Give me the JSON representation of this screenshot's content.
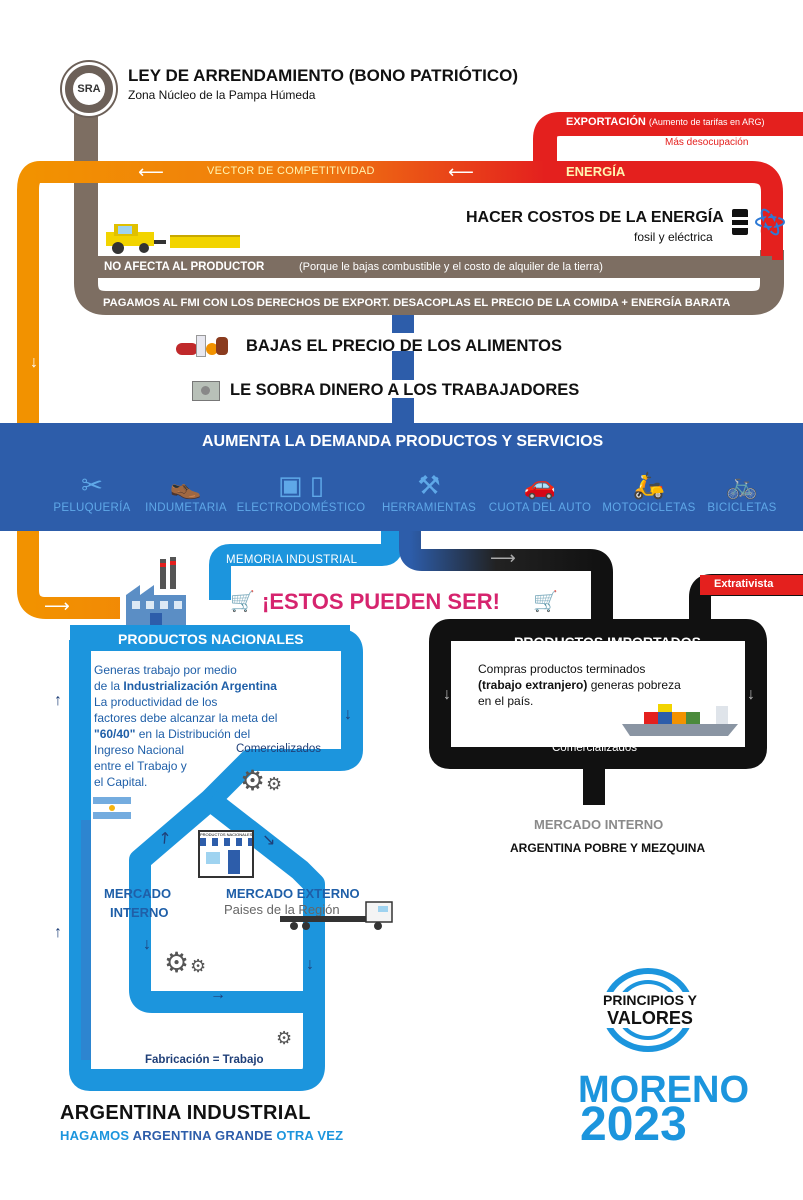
{
  "header": {
    "logo_text": "SRA",
    "title": "LEY DE ARRENDAMIENTO (BONO PATRIÓTICO)",
    "subtitle": "Zona Núcleo de la Pampa Húmeda"
  },
  "export_line": {
    "label": "EXPORTACIÓN",
    "note": "(Aumento de tarifas en ARG)",
    "sub": "Más desocupación"
  },
  "vector": {
    "label": "VECTOR  DE  COMPETITIVIDAD",
    "energy": "ENERGÍA"
  },
  "energy_costs": {
    "title": "HACER COSTOS DE LA ENERGÍA",
    "sub": "fosil y eléctrica"
  },
  "producer": {
    "label": "NO AFECTA AL PRODUCTOR",
    "note": "(Porque le bajas combustible y el costo de alquiler de la tierra)"
  },
  "fmi_line": "PAGAMOS AL FMI CON LOS DERECHOS DE EXPORT. DESACOPLAS EL PRECIO DE LA COMIDA + ENERGÍA BARATA",
  "food_price": "BAJAS EL PRECIO DE LOS ALIMENTOS",
  "money": "LE SOBRA DINERO A LOS TRABAJADORES",
  "demand": {
    "title": "AUMENTA LA DEMANDA PRODUCTOS Y SERVICIOS",
    "categories": [
      {
        "label": "PELUQUERÍA",
        "icon": "scissors-icon"
      },
      {
        "label": "INDUMETARIA",
        "icon": "clothing-icon"
      },
      {
        "label": "ELECTRODOMÉSTICO",
        "icon": "appliance-icon"
      },
      {
        "label": "HERRAMIENTAS",
        "icon": "tools-icon"
      },
      {
        "label": "CUOTA DEL AUTO",
        "icon": "car-icon"
      },
      {
        "label": "MOTOCICLETAS",
        "icon": "motorcycle-icon"
      },
      {
        "label": "BICICLETAS",
        "icon": "bicycle-icon"
      }
    ]
  },
  "memoria": "MEMORIA INDUSTRIAL",
  "estos": "¡ESTOS PUEDEN SER!",
  "extractivista": "Extrativista",
  "nacionales": {
    "title": "PRODUCTOS NACIONALES",
    "l1": "Generas trabajo por medio",
    "l2a": "de la ",
    "l2b": "Industrialización Argentina",
    "l3": "La productividad de los",
    "l4": "factores debe alcanzar la meta del",
    "l5a": "\"60/40\"",
    "l5b": " en la Distribución  del",
    "l6": "Ingreso Nacional",
    "l7": "entre el Trabajo y",
    "l8": "el Capital.",
    "comercializados": "Comercializados",
    "store_label": "PRODUCTOS NACIONALES",
    "mercado_interno_1": "MERCADO",
    "mercado_interno_2": "INTERNO",
    "mercado_externo": "MERCADO EXTERNO",
    "paises": "Paises de la Región",
    "fabricacion": "Fabricación = Trabajo"
  },
  "importados": {
    "title": "PRODUCTOS IMPORTADOS",
    "l1": "Compras productos terminados",
    "l2a": "(trabajo extranjero)",
    "l2b": " generas pobreza",
    "l3": "en el país.",
    "comercializados": "Comercializados",
    "mercado": "MERCADO INTERNO",
    "pobre": "ARGENTINA POBRE Y MEZQUINA"
  },
  "footer": {
    "title": "ARGENTINA INDUSTRIAL",
    "slogan_1": "HAGAMOS ",
    "slogan_2": "ARGENTINA GRANDE",
    "slogan_3": " OTRA VEZ",
    "pv_1": "PRINCIPIOS Y",
    "pv_2": "VALORES",
    "moreno": "MORENO",
    "year": "2023"
  },
  "colors": {
    "brown": "#7d6e62",
    "orange": "#f29200",
    "red": "#e4201e",
    "blue_band": "#2d5daa",
    "light_blue": "#1c95dd",
    "black": "#111111"
  }
}
